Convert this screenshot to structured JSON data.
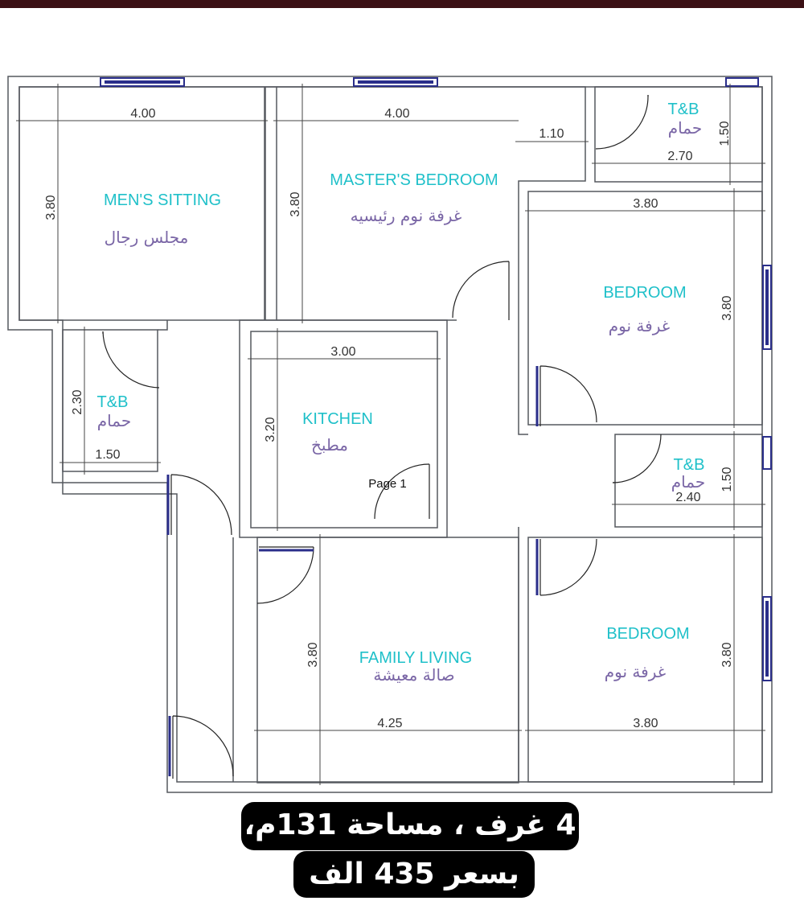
{
  "colors": {
    "english_label": "#1fc0c9",
    "arabic_label": "#7a66a6",
    "window": "#2a2e8a",
    "top_bar": "#3b1015"
  },
  "rooms": {
    "mens_sitting": {
      "en": "MEN'S SITTING",
      "ar": "مجلس رجال",
      "width": "4.00",
      "depth": "3.80"
    },
    "masters_bedroom": {
      "en": "MASTER'S BEDROOM",
      "ar": "غرفة نوم رئيسيه",
      "width": "4.00",
      "depth": "3.80",
      "closet": "1.10"
    },
    "tb_top": {
      "en": "T&B",
      "ar": "حمام",
      "width": "2.70",
      "depth": "1.50"
    },
    "bedroom_upper": {
      "en": "BEDROOM",
      "ar": "غرفة نوم",
      "width": "3.80",
      "depth": "3.80"
    },
    "tb_left": {
      "en": "T&B",
      "ar": "حمام",
      "width": "1.50",
      "depth": "2.30"
    },
    "kitchen": {
      "en": "KITCHEN",
      "ar": "مطبخ",
      "width": "3.00",
      "depth": "3.20"
    },
    "tb_middle": {
      "en": "T&B",
      "ar": "حمام",
      "width": "2.40",
      "depth": "1.50"
    },
    "family_living": {
      "en": "FAMILY LIVING",
      "ar": "صالة معيشة",
      "width": "4.25",
      "depth": "3.80"
    },
    "bedroom_lower": {
      "en": "BEDROOM",
      "ar": "غرفة نوم",
      "width": "3.80",
      "depth": "3.80"
    }
  },
  "page_label": "Page 1",
  "caption": {
    "line1": "4 غرف ، مساحة 131م،",
    "line2": "بسعر 435 الف"
  }
}
